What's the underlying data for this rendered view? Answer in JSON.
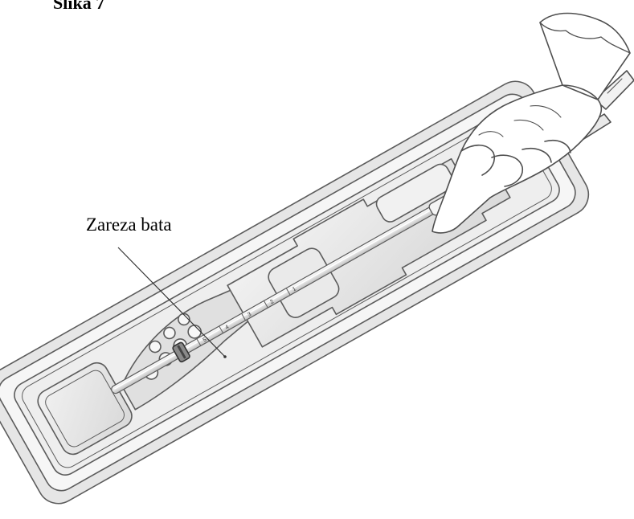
{
  "figure": {
    "title": "Slika 7"
  },
  "callout": {
    "label": "Zareza bata"
  },
  "scale": {
    "marks": [
      "5",
      "4",
      "3",
      "2",
      "1"
    ]
  },
  "colors": {
    "line": "#5c5c5c",
    "tray_fill": "#eeeeee",
    "tray_shade": "#d6d6d6",
    "background": "#ffffff"
  },
  "icons": {
    "hand": "gloved-hand-icon"
  }
}
